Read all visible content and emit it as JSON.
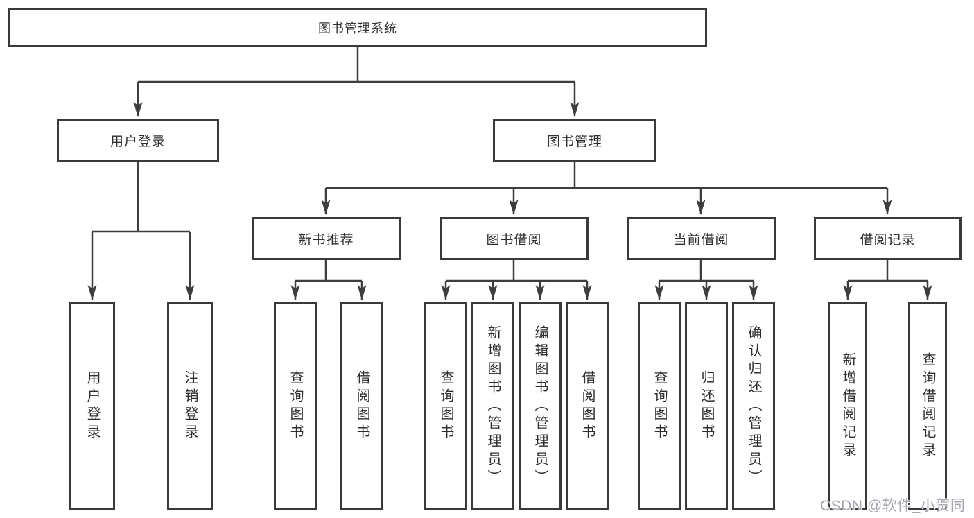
{
  "page": {
    "background": "#ffffff"
  },
  "diagram": {
    "type": "hierarchy-tree",
    "line_color": "#3d3d3d",
    "text_color": "#2f2f2f",
    "box_border_color": "#3a3a3a",
    "tree": {
      "label": "图书管理系统",
      "children": [
        {
          "label": "用户登录",
          "children": [
            {
              "label": "用户登录"
            },
            {
              "label": "注销登录"
            }
          ]
        },
        {
          "label": "图书管理",
          "children": [
            {
              "label": "新书推荐",
              "children": [
                {
                  "label": "查询图书"
                },
                {
                  "label": "借阅图书"
                }
              ]
            },
            {
              "label": "图书借阅",
              "children": [
                {
                  "label": "查询图书"
                },
                {
                  "label": "新增图书（管理员）"
                },
                {
                  "label": "编辑图书（管理员）"
                },
                {
                  "label": "借阅图书"
                }
              ]
            },
            {
              "label": "当前借阅",
              "children": [
                {
                  "label": "查询图书"
                },
                {
                  "label": "归还图书"
                },
                {
                  "label": "确认归还（管理员）"
                }
              ]
            },
            {
              "label": "借阅记录",
              "children": [
                {
                  "label": "新增借阅记录"
                },
                {
                  "label": "查询借阅记录"
                }
              ]
            }
          ]
        }
      ]
    }
  },
  "watermark": {
    "text": "CSDN @软件_小贺同学",
    "color": "#a6a6b0"
  }
}
